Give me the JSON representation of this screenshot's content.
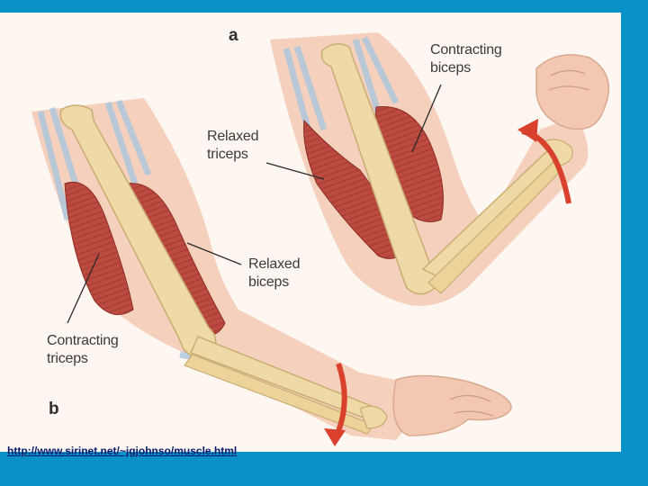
{
  "colors": {
    "frame": "#0a92c8",
    "bone": "#efd9a6",
    "muscle": "#b7463d",
    "skin": "#f3cdb9",
    "tendon": "#a9c6dd",
    "arrow": "#d9412d",
    "link": "#0c1a6b"
  },
  "figure": {
    "panel_a": {
      "letter": "a",
      "labels": {
        "contracting_biceps": "Contracting\nbiceps",
        "relaxed_triceps": "Relaxed\ntriceps"
      },
      "arrow_direction": "up"
    },
    "panel_b": {
      "letter": "b",
      "labels": {
        "relaxed_biceps": "Relaxed\nbiceps",
        "contracting_triceps": "Contracting\ntriceps"
      },
      "arrow_direction": "down"
    }
  },
  "source_link": "http://www.sirinet.net/~jgjohnso/muscle.html"
}
